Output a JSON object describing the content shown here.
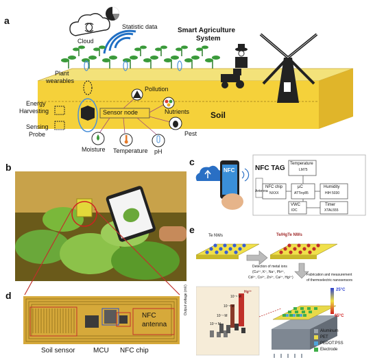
{
  "panels": {
    "a": {
      "letter": "a",
      "cloud": "Cloud",
      "statistic": "Statistic data",
      "system_title_line1": "Smart Agriculture",
      "system_title_line2": "System",
      "plant_wearables_line1": "Plant",
      "plant_wearables_line2": "wearables",
      "energy_line1": "Energy",
      "energy_line2": "Harvesting",
      "sensing_line1": "Sensing",
      "sensing_line2": "Probe",
      "sensor_node": "Sensor node",
      "pollution": "Pollution",
      "nutrients": "Nutrients",
      "pest": "Pest",
      "moisture": "Moisture",
      "temperature": "Temperature",
      "ph": "pH",
      "soil": "Soil"
    },
    "b": {
      "letter": "b"
    },
    "c": {
      "letter": "c",
      "nfc_phone": "NFC",
      "nfc_tag": "NFC TAG",
      "antenna": "Antenna",
      "nfc_chip": "NFC chip",
      "nfc_chip_sub": "NXXX",
      "temperature": "Temperature",
      "temperature_sub": "LM75",
      "uc": "μC",
      "uc_sub": "ATTiny85",
      "humidity": "Humidity",
      "humidity_sub": "HIH 5030",
      "vwc": "VWC",
      "vwc_sub": "IDC",
      "timer": "Timer",
      "timer_sub": "XTAL555"
    },
    "d": {
      "letter": "d",
      "nfc_antenna_line1": "NFC",
      "nfc_antenna_line2": "antenna",
      "soil_sensor": "Soil sensor",
      "mcu": "MCU",
      "nfc_chip": "NFC chip"
    },
    "e": {
      "letter": "e",
      "te_nws": "Te NWs",
      "te_hgte_nws": "Te/HgTe NWs",
      "detection_line1": "Detection of metal ions",
      "detection_line2": "(Cu²⁺, K⁺, Na⁺, Pb²⁺,",
      "detection_line3": "Cd²⁺, Co²⁺, Zn²⁺, Ca²⁺, Hg²⁺)",
      "fabrication_line1": "Fabrication and measurement",
      "fabrication_line2": "of thermoelectric nanosensors",
      "y_axis": "Output voltage (mV)",
      "hg": "Hg²⁺",
      "conc": [
        "10⁻⁸ M",
        "10⁻⁷ M",
        "10⁻⁶ M",
        "10⁻⁵ M"
      ],
      "temp_hot": "25°C",
      "temp_cold": "65°C",
      "legend": [
        "Aluminum",
        "PET",
        "PEDOT:PSS",
        "Electrode"
      ],
      "legend_colors": [
        "#9aa3ad",
        "#e8d94a",
        "#4fa3d9",
        "#3fae49"
      ]
    }
  }
}
